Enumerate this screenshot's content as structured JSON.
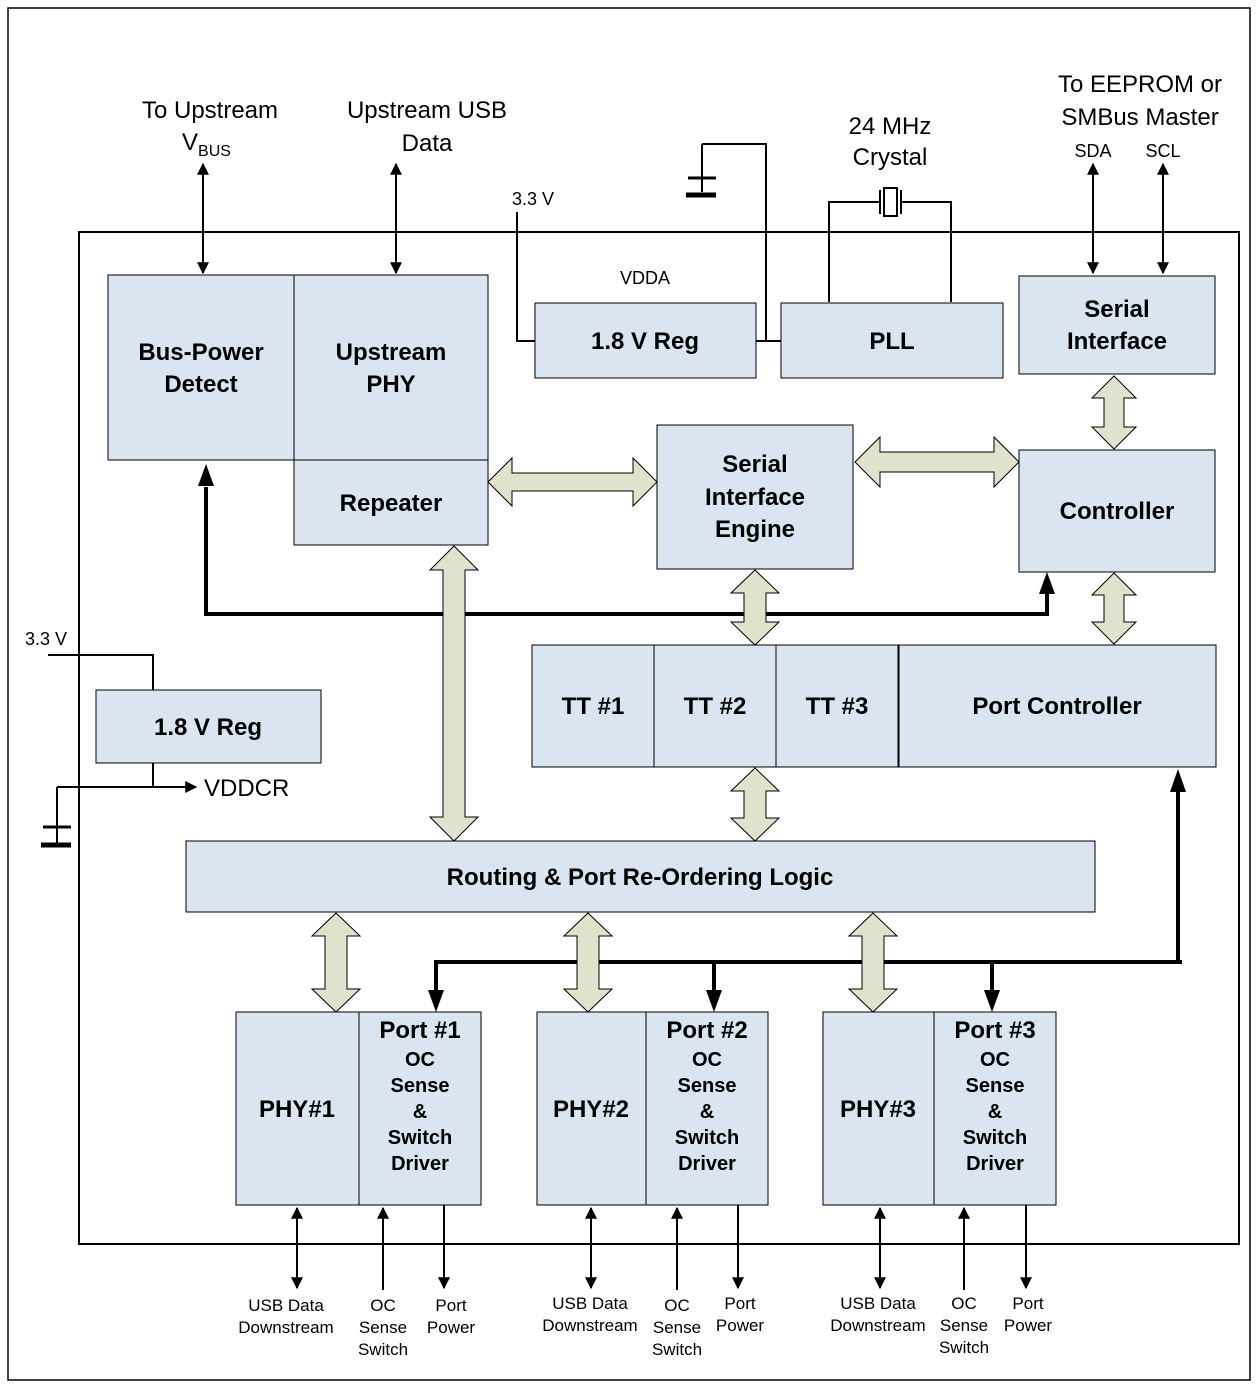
{
  "blocks": {
    "bus_power": [
      "Bus-Power",
      "Detect"
    ],
    "upstream_phy": [
      "Upstream",
      "PHY"
    ],
    "repeater": "Repeater",
    "reg_vdda": "1.8 V Reg",
    "pll": "PLL",
    "serial_interface": [
      "Serial",
      "Interface"
    ],
    "sie": [
      "Serial",
      "Interface",
      "Engine"
    ],
    "controller": "Controller",
    "tt1": "TT #1",
    "tt2": "TT #2",
    "tt3": "TT #3",
    "port_controller": "Port Controller",
    "reg_core": "1.8 V Reg",
    "routing": "Routing & Port Re-Ordering Logic",
    "phys": [
      "PHY#1",
      "PHY#2",
      "PHY#3"
    ],
    "ports": [
      [
        "Port #1",
        "OC",
        "Sense",
        "&",
        "Switch",
        "Driver"
      ],
      [
        "Port #2",
        "OC",
        "Sense",
        "&",
        "Switch",
        "Driver"
      ],
      [
        "Port #3",
        "OC",
        "Sense",
        "&",
        "Switch",
        "Driver"
      ]
    ]
  },
  "labels": {
    "to_upstream": "To Upstream",
    "vbus_main": "V",
    "vbus_sub": "BUS",
    "upstream_usb": [
      "Upstream USB",
      "Data"
    ],
    "v33_top": "3.3 V",
    "vdda": "VDDA",
    "crystal": [
      "24 MHz",
      "Crystal"
    ],
    "eeprom": [
      "To EEPROM or",
      "SMBus Master"
    ],
    "sda": "SDA",
    "scl": "SCL",
    "v33_left": "3.3 V",
    "vddcr": "VDDCR",
    "usb_data": [
      "USB Data",
      "Downstream"
    ],
    "oc_sense": [
      "OC",
      "Sense",
      "Switch"
    ],
    "port_power": [
      "Port",
      "Power"
    ]
  }
}
